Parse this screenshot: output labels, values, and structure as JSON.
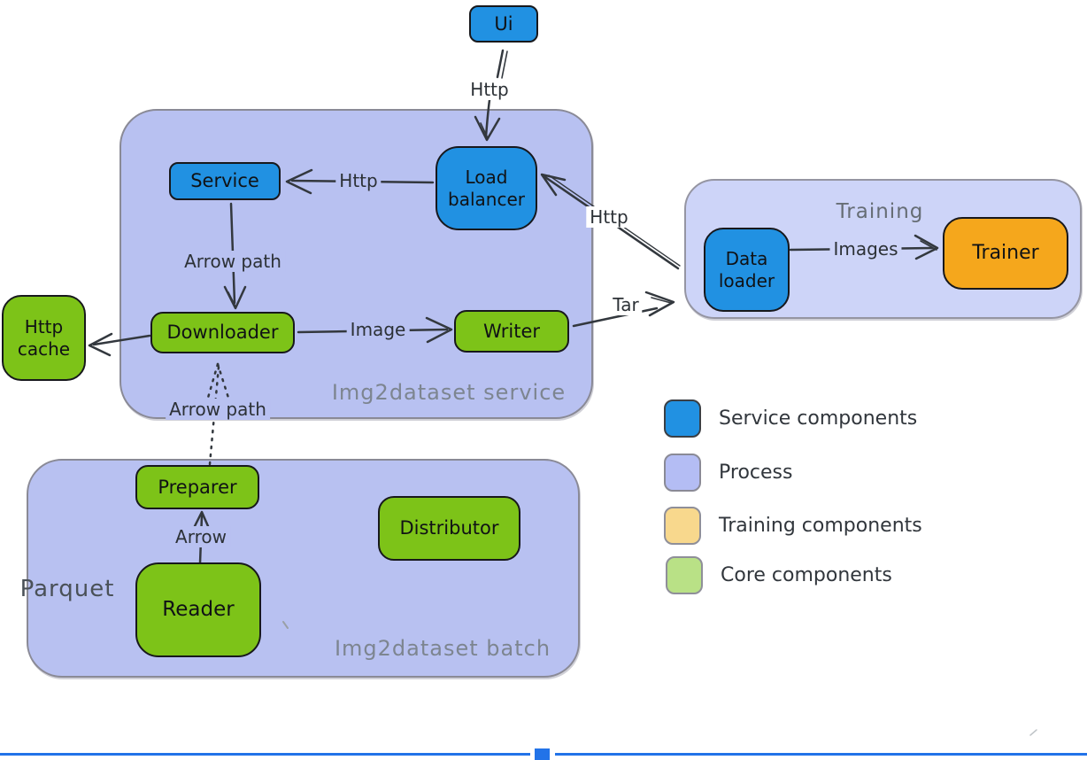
{
  "containers": {
    "service": {
      "label": "Img2dataset service"
    },
    "training": {
      "label": "Training"
    },
    "batch": {
      "label": "Img2dataset batch",
      "side_label": "Parquet"
    }
  },
  "nodes": {
    "ui": {
      "label": "Ui",
      "type": "service-component"
    },
    "service": {
      "label": "Service",
      "type": "service-component"
    },
    "load_balancer": {
      "label": "Load\nbalancer",
      "type": "service-component"
    },
    "downloader": {
      "label": "Downloader",
      "type": "core-component"
    },
    "writer": {
      "label": "Writer",
      "type": "core-component"
    },
    "http_cache": {
      "label": "Http\ncache",
      "type": "core-component"
    },
    "data_loader": {
      "label": "Data\nloader",
      "type": "service-component"
    },
    "trainer": {
      "label": "Trainer",
      "type": "training-component"
    },
    "preparer": {
      "label": "Preparer",
      "type": "core-component"
    },
    "reader": {
      "label": "Reader",
      "type": "core-component"
    },
    "distributor": {
      "label": "Distributor",
      "type": "core-component"
    }
  },
  "edges": {
    "ui_to_load_balancer": {
      "label": "Http"
    },
    "load_balancer_to_service": {
      "label": "Http"
    },
    "service_to_downloader": {
      "label": "Arrow path"
    },
    "downloader_to_writer": {
      "label": "Image"
    },
    "downloader_to_http_cache": {
      "label": ""
    },
    "writer_to_training": {
      "label": "Tar"
    },
    "data_loader_to_load_balancer": {
      "label": "Http"
    },
    "data_loader_to_trainer": {
      "label": "Images"
    },
    "preparer_to_downloader": {
      "label": "Arrow path",
      "style": "dotted"
    },
    "reader_to_preparer": {
      "label": "Arrow"
    }
  },
  "legend": {
    "items": [
      {
        "label": "Service components",
        "color": "#2191e2"
      },
      {
        "label": "Process",
        "color": "#b4bdf4"
      },
      {
        "label": "Training components",
        "color": "#f8d88d"
      },
      {
        "label": "Core components",
        "color": "#b9e186"
      }
    ]
  },
  "colors": {
    "service_component_fill": "#2191e2",
    "core_component_fill": "#7dc318",
    "training_component_fill": "#f5a71c",
    "process_fill": "#b8c1f1",
    "training_process_fill": "#cdd4f8",
    "divider_blue": "#2273e8"
  }
}
